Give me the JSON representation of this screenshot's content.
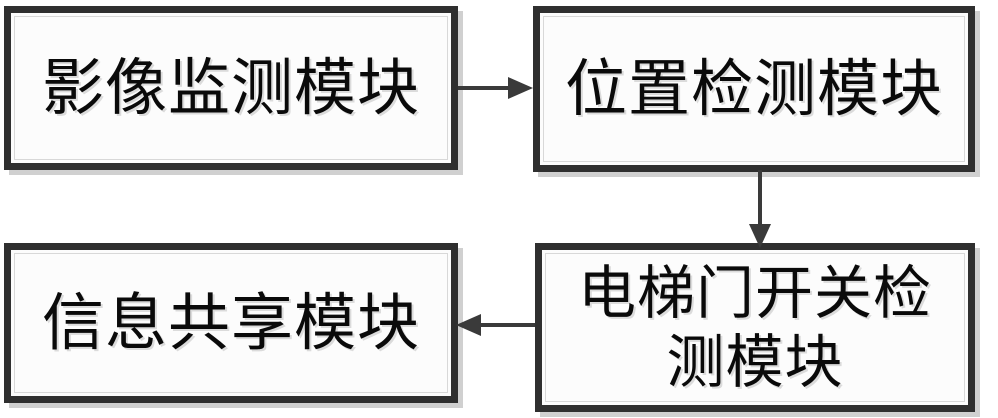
{
  "diagram": {
    "title": "",
    "type": "flowchart",
    "background_color": "#ffffff",
    "box_border_color": "#2f2f2f",
    "box_fill_color": "#fcfcfc",
    "arrow_color": "#3a3a3a",
    "text_color": "#0a0a0a",
    "nodes": [
      {
        "id": "image-monitor",
        "label": "影像监测模块",
        "position": "top-left"
      },
      {
        "id": "position-detect",
        "label": "位置检测模块",
        "position": "top-right"
      },
      {
        "id": "info-share",
        "label": "信息共享模块",
        "position": "bottom-left"
      },
      {
        "id": "door-detect",
        "label": "电梯门开关检\n测模块",
        "position": "bottom-right"
      }
    ],
    "edges": [
      {
        "id": "image-monitor-to-position-detect",
        "from": "image-monitor",
        "to": "position-detect",
        "direction": "right",
        "label": ""
      },
      {
        "id": "position-detect-to-door-detect",
        "from": "position-detect",
        "to": "door-detect",
        "direction": "down",
        "label": ""
      },
      {
        "id": "door-detect-to-info-share",
        "from": "door-detect",
        "to": "info-share",
        "direction": "left",
        "label": ""
      }
    ]
  }
}
